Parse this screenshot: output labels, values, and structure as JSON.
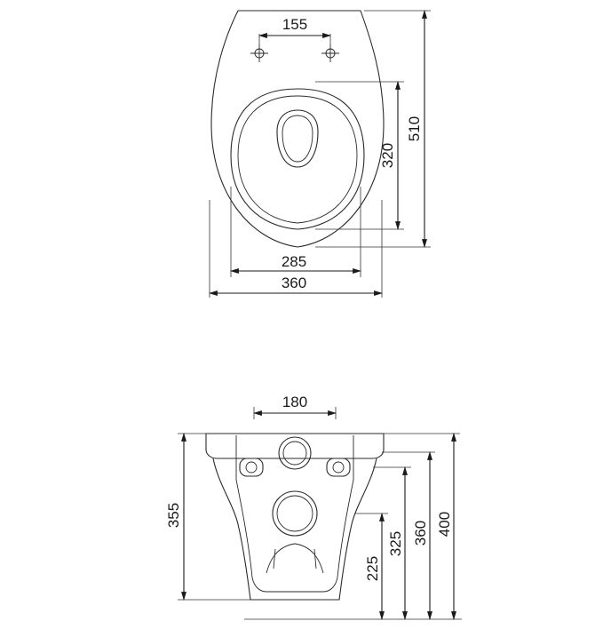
{
  "top_view": {
    "dims": {
      "fixing_spacing": "155",
      "bowl_length": "320",
      "overall_length": "510",
      "bowl_width": "285",
      "overall_width": "360"
    }
  },
  "front_view": {
    "dims": {
      "waste_width": "180",
      "total_height_left": "355",
      "outlet_height": "225",
      "inlet_height": "325",
      "fixing_height": "360",
      "overall_height": "400"
    }
  }
}
